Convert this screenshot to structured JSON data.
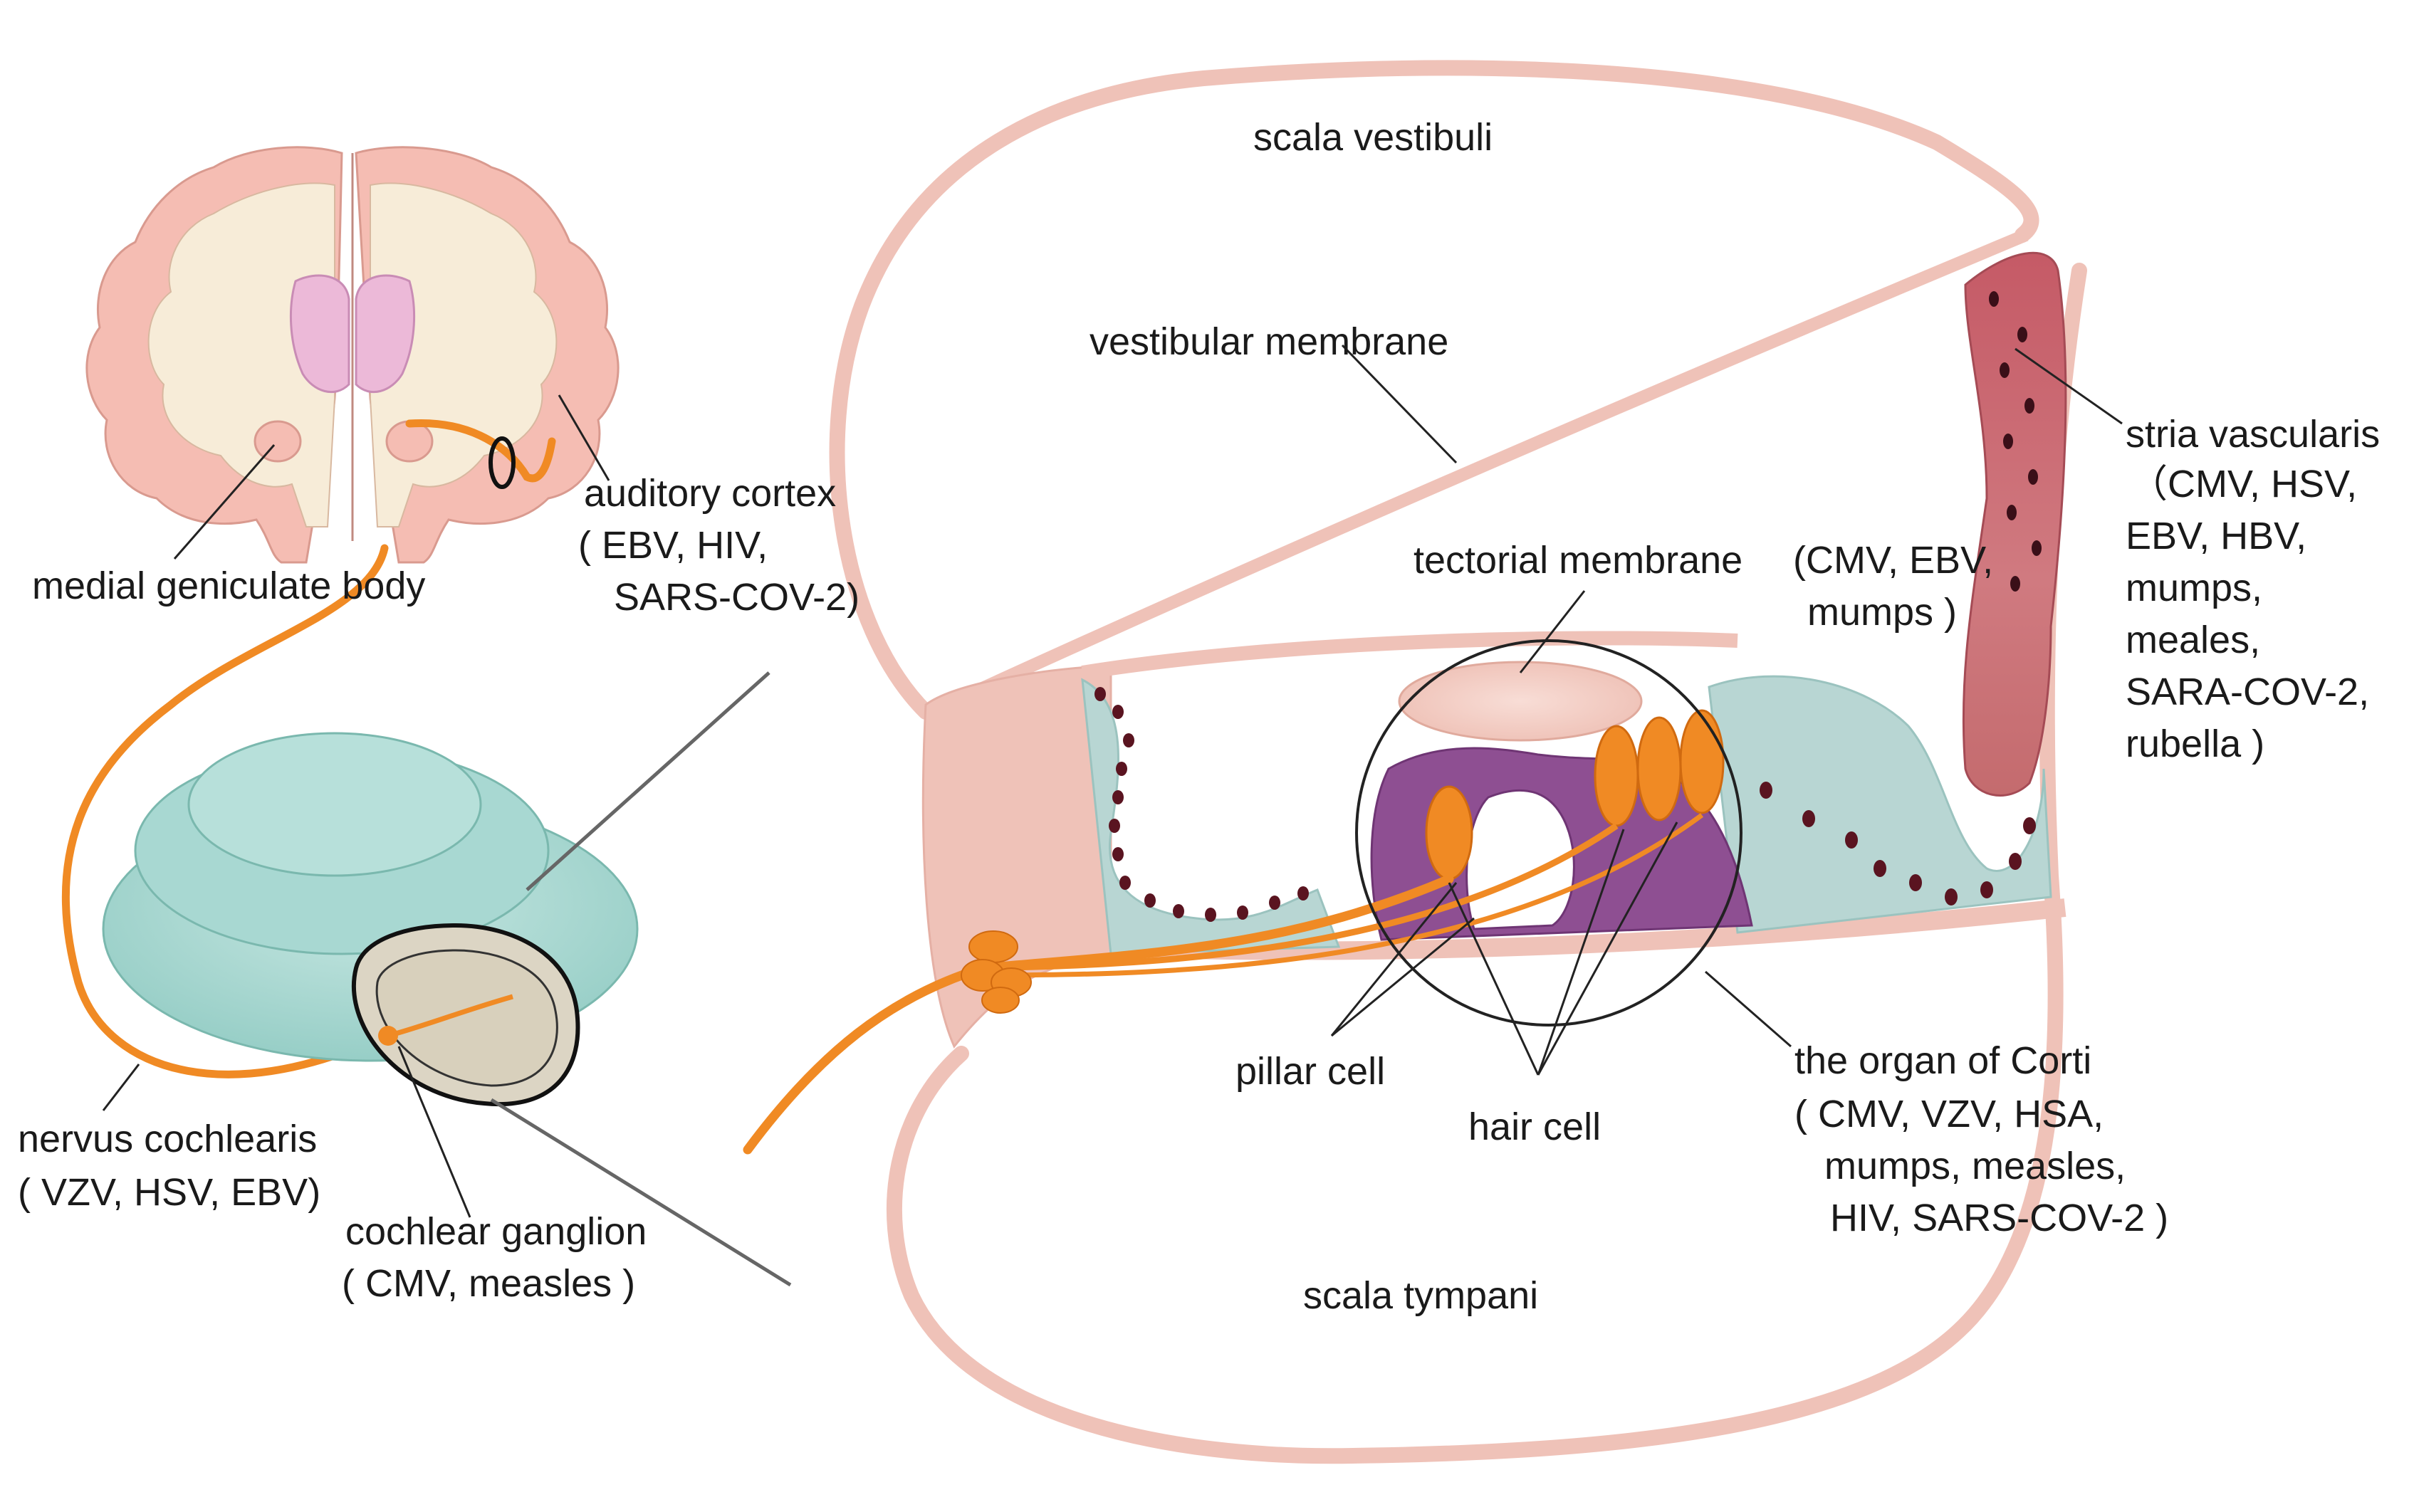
{
  "labels": {
    "scala_vestibuli": "scala vestibuli",
    "vestibular_membrane": "vestibular membrane",
    "tectorial_membrane": "tectorial membrane",
    "tectorial_viruses_1": "(CMV, EBV,",
    "tectorial_viruses_2": "mumps )",
    "stria_vascularis": "stria vascularis",
    "stria_viruses": [
      "（CMV, HSV,",
      "EBV, HBV,",
      "mumps,",
      "meales,",
      "SARA-COV-2,",
      "rubella )"
    ],
    "auditory_cortex": "auditory cortex",
    "auditory_viruses_1": "( EBV, HIV,",
    "auditory_viruses_2": "SARS-COV-2)",
    "medial_geniculate_body": "medial geniculate body",
    "nervus_cochlearis": "nervus cochlearis",
    "nervus_viruses": "( VZV, HSV, EBV)",
    "cochlear_ganglion": "cochlear ganglion",
    "ganglion_viruses": "( CMV, measles )",
    "pillar_cell": "pillar cell",
    "hair_cell": "hair cell",
    "organ_of_corti": "the organ of Corti",
    "corti_viruses": [
      "( CMV, VZV, HSA,",
      "mumps, measles,",
      "HIV, SARS-COV-2 )"
    ],
    "scala_tympani": "scala tympani"
  },
  "colors": {
    "membrane": "#efc2b8",
    "membrane_fill": "#f3c9bf",
    "nerve": "#f08a24",
    "cochlea": "#a8d8d2",
    "supporting_cell": "#b8d6d3",
    "pillar": "#8e4f92",
    "stria": "#c76b73",
    "brain_gray": "#f7c6bd",
    "brain_white": "#f7ecd8",
    "ventricle": "#ecb9d8",
    "nucleus": "#5a1420"
  }
}
